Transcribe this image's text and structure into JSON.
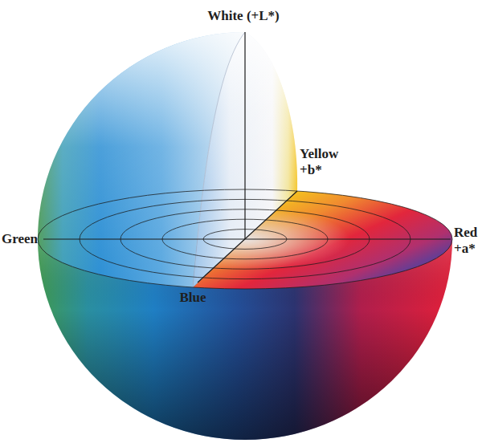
{
  "diagram": {
    "labels": [
      "White (+L*)",
      "Yellow +b*",
      "Green",
      "Red +a*",
      "Blue"
    ]
  }
}
